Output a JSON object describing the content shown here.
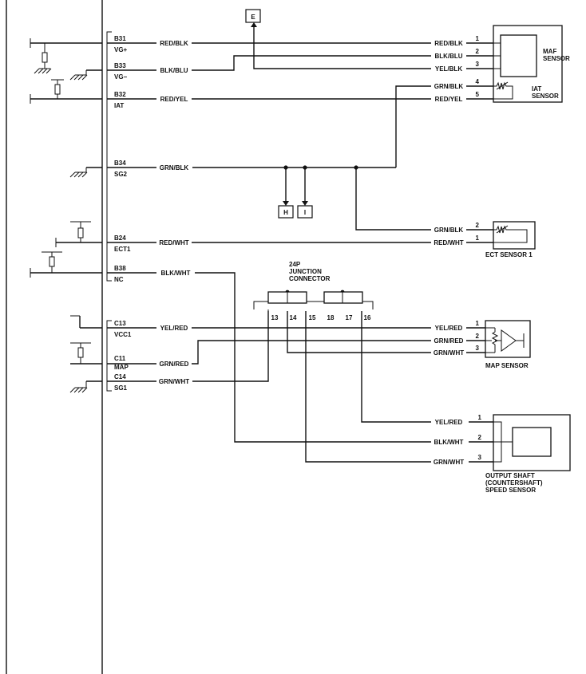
{
  "ecm_pins": [
    {
      "id": "B31",
      "sub": "VG+"
    },
    {
      "id": "B33",
      "sub": "VG−"
    },
    {
      "id": "B32",
      "sub": "IAT"
    },
    {
      "id": "B34",
      "sub": "SG2"
    },
    {
      "id": "B24",
      "sub": "ECT1"
    },
    {
      "id": "B38",
      "sub": "NC"
    },
    {
      "id": "C13",
      "sub": "VCC1"
    },
    {
      "id": "C11",
      "sub": "MAP"
    },
    {
      "id": "C14",
      "sub": "SG1"
    }
  ],
  "left_wires": [
    "RED/BLK",
    "BLK/BLU",
    "RED/YEL",
    "GRN/BLK",
    "RED/WHT",
    "BLK/WHT",
    "YEL/RED",
    "GRN/RED",
    "GRN/WHT"
  ],
  "connectors": {
    "e": "E",
    "h": "H",
    "i": "I"
  },
  "maf": {
    "wires": [
      "RED/BLK",
      "BLK/BLU",
      "YEL/BLK",
      "GRN/BLK",
      "RED/YEL"
    ],
    "pins": [
      "1",
      "2",
      "3",
      "4",
      "5"
    ],
    "label_line1": "MAF",
    "label_line2": "SENSOR",
    "iat_line1": "IAT",
    "iat_line2": "SENSOR"
  },
  "ect": {
    "wires": [
      "GRN/BLK",
      "RED/WHT"
    ],
    "pins": [
      "2",
      "1"
    ],
    "label": "ECT SENSOR 1"
  },
  "junction": {
    "title_line1": "24P",
    "title_line2": "JUNCTION",
    "title_line3": "CONNECTOR",
    "pins": [
      "13",
      "14",
      "15",
      "18",
      "17",
      "16"
    ]
  },
  "map": {
    "wires": [
      "YEL/RED",
      "GRN/RED",
      "GRN/WHT"
    ],
    "pins": [
      "1",
      "2",
      "3"
    ],
    "label": "MAP SENSOR"
  },
  "oss": {
    "wires": [
      "YEL/RED",
      "BLK/WHT",
      "GRN/WHT"
    ],
    "pins": [
      "1",
      "2",
      "3"
    ],
    "label_line1": "OUTPUT SHAFT",
    "label_line2": "(COUNTERSHAFT)",
    "label_line3": "SPEED SENSOR"
  }
}
